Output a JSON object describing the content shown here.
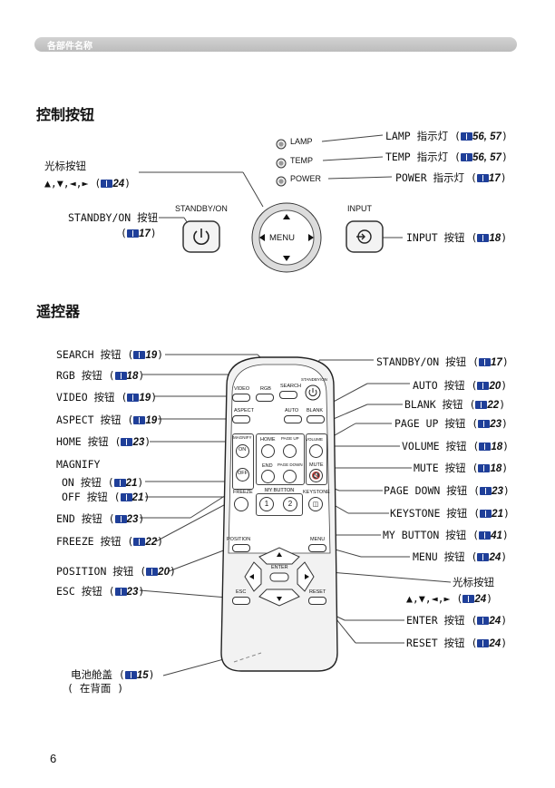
{
  "header": {
    "title": "各部件名称"
  },
  "section1": {
    "title": "控制按钮"
  },
  "section2": {
    "title": "遥控器"
  },
  "indicators": {
    "lamp": "LAMP",
    "temp": "TEMP",
    "power": "POWER"
  },
  "control": {
    "standby_label": "STANDBY/ON",
    "input_label": "INPUT",
    "menu_label": "MENU",
    "callouts": {
      "cursor_title": "光标按钮",
      "cursor_keys": "▲,▼,◄,► (",
      "cursor_ref": "24",
      "standby_text": "STANDBY/ON 按钮",
      "standby_ref": "17",
      "lamp_text": "LAMP 指示灯 (",
      "lamp_ref": "56, 57",
      "temp_text": "TEMP 指示灯 (",
      "temp_ref": "56, 57",
      "power_text": "POWER 指示灯 (",
      "power_ref": "17",
      "input_text": "INPUT 按钮 (",
      "input_ref": "18"
    }
  },
  "remote": {
    "labels": {
      "video": "VIDEO",
      "rgb": "RGB",
      "search": "SEARCH",
      "standby": "STANDBY/ON",
      "aspect": "ASPECT",
      "auto": "AUTO",
      "blank": "BLANK",
      "magnify": "MAGNIFY",
      "on": "ON",
      "off": "OFF",
      "home": "HOME",
      "page_up": "PAGE UP",
      "volume": "VOLUME",
      "end": "END",
      "page_down": "PAGE DOWN",
      "mute": "MUTE",
      "freeze": "FREEZE",
      "my_button": "MY BUTTON",
      "keystone": "KEYSTONE",
      "one": "1",
      "two": "2",
      "position": "POSITION",
      "menu": "MENU",
      "enter": "ENTER",
      "esc": "ESC",
      "reset": "RESET"
    },
    "left_callouts": [
      {
        "text": "SEARCH 按钮 (",
        "ref": "19"
      },
      {
        "text": "RGB 按钮 (",
        "ref": "18"
      },
      {
        "text": "VIDEO 按钮 (",
        "ref": "19"
      },
      {
        "text": "ASPECT 按钮 (",
        "ref": "19"
      },
      {
        "text": "HOME 按钮 (",
        "ref": "23"
      },
      {
        "text": "MAGNIFY",
        "ref": ""
      },
      {
        "text": "ON 按钮 (",
        "ref": "21"
      },
      {
        "text": "OFF 按钮 (",
        "ref": "21"
      },
      {
        "text": "END 按钮 (",
        "ref": "23"
      },
      {
        "text": "FREEZE 按钮 (",
        "ref": "22"
      },
      {
        "text": "POSITION 按钮 (",
        "ref": "20"
      },
      {
        "text": "ESC 按钮 (",
        "ref": "23"
      }
    ],
    "right_callouts": [
      {
        "text": "STANDBY/ON 按钮 (",
        "ref": "17"
      },
      {
        "text": "AUTO 按钮 (",
        "ref": "20"
      },
      {
        "text": "BLANK 按钮 (",
        "ref": "22"
      },
      {
        "text": "PAGE UP 按钮 (",
        "ref": "23"
      },
      {
        "text": "VOLUME 按钮 (",
        "ref": "18"
      },
      {
        "text": "MUTE 按钮 (",
        "ref": "18"
      },
      {
        "text": "PAGE DOWN 按钮 (",
        "ref": "23"
      },
      {
        "text": "KEYSTONE 按钮 (",
        "ref": "21"
      },
      {
        "text": "MY BUTTON 按钮 (",
        "ref": "41"
      },
      {
        "text": "MENU 按钮 (",
        "ref": "24"
      },
      {
        "text": "光标按钮",
        "ref": ""
      },
      {
        "text": "▲,▼,◄,► (",
        "ref": "24"
      },
      {
        "text": "ENTER 按钮 (",
        "ref": "24"
      },
      {
        "text": "RESET 按钮 (",
        "ref": "24"
      }
    ],
    "battery": {
      "text": "电池舱盖 (",
      "ref": "15",
      "note": "( 在背面 )"
    }
  },
  "page_number": "6"
}
